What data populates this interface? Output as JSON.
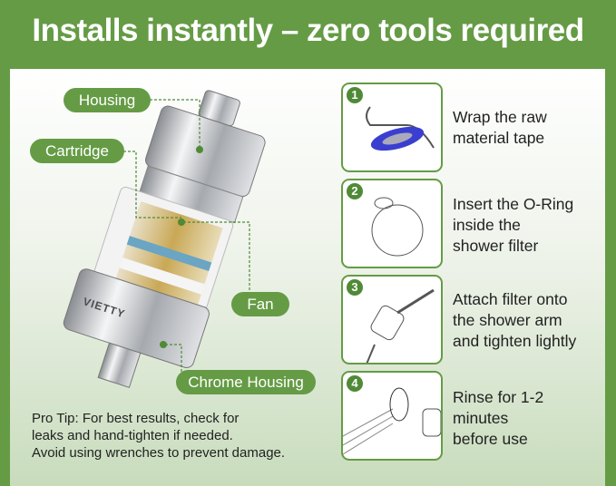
{
  "title": "Installs instantly – zero tools required",
  "labels": {
    "housing": "Housing",
    "cartridge": "Cartridge",
    "fan": "Fan",
    "chrome_housing": "Chrome Housing"
  },
  "brand_on_product": "VIETTY",
  "steps": [
    {
      "num": "1",
      "lines": [
        "Wrap the raw",
        "material tape"
      ]
    },
    {
      "num": "2",
      "lines": [
        "Insert the O-Ring",
        "inside the",
        "shower filter"
      ]
    },
    {
      "num": "3",
      "lines": [
        "Attach filter onto",
        "the shower arm",
        "and tighten lightly"
      ]
    },
    {
      "num": "4",
      "lines": [
        "Rinse for 1-2",
        "minutes",
        "before use"
      ]
    }
  ],
  "pro_tip": [
    "Pro Tip: For best results, check for",
    "leaks and hand-tighten if needed.",
    "Avoid using wrenches to prevent damage."
  ],
  "colors": {
    "brand_green": "#659b45",
    "tape_blue": "#3b3fcf"
  }
}
